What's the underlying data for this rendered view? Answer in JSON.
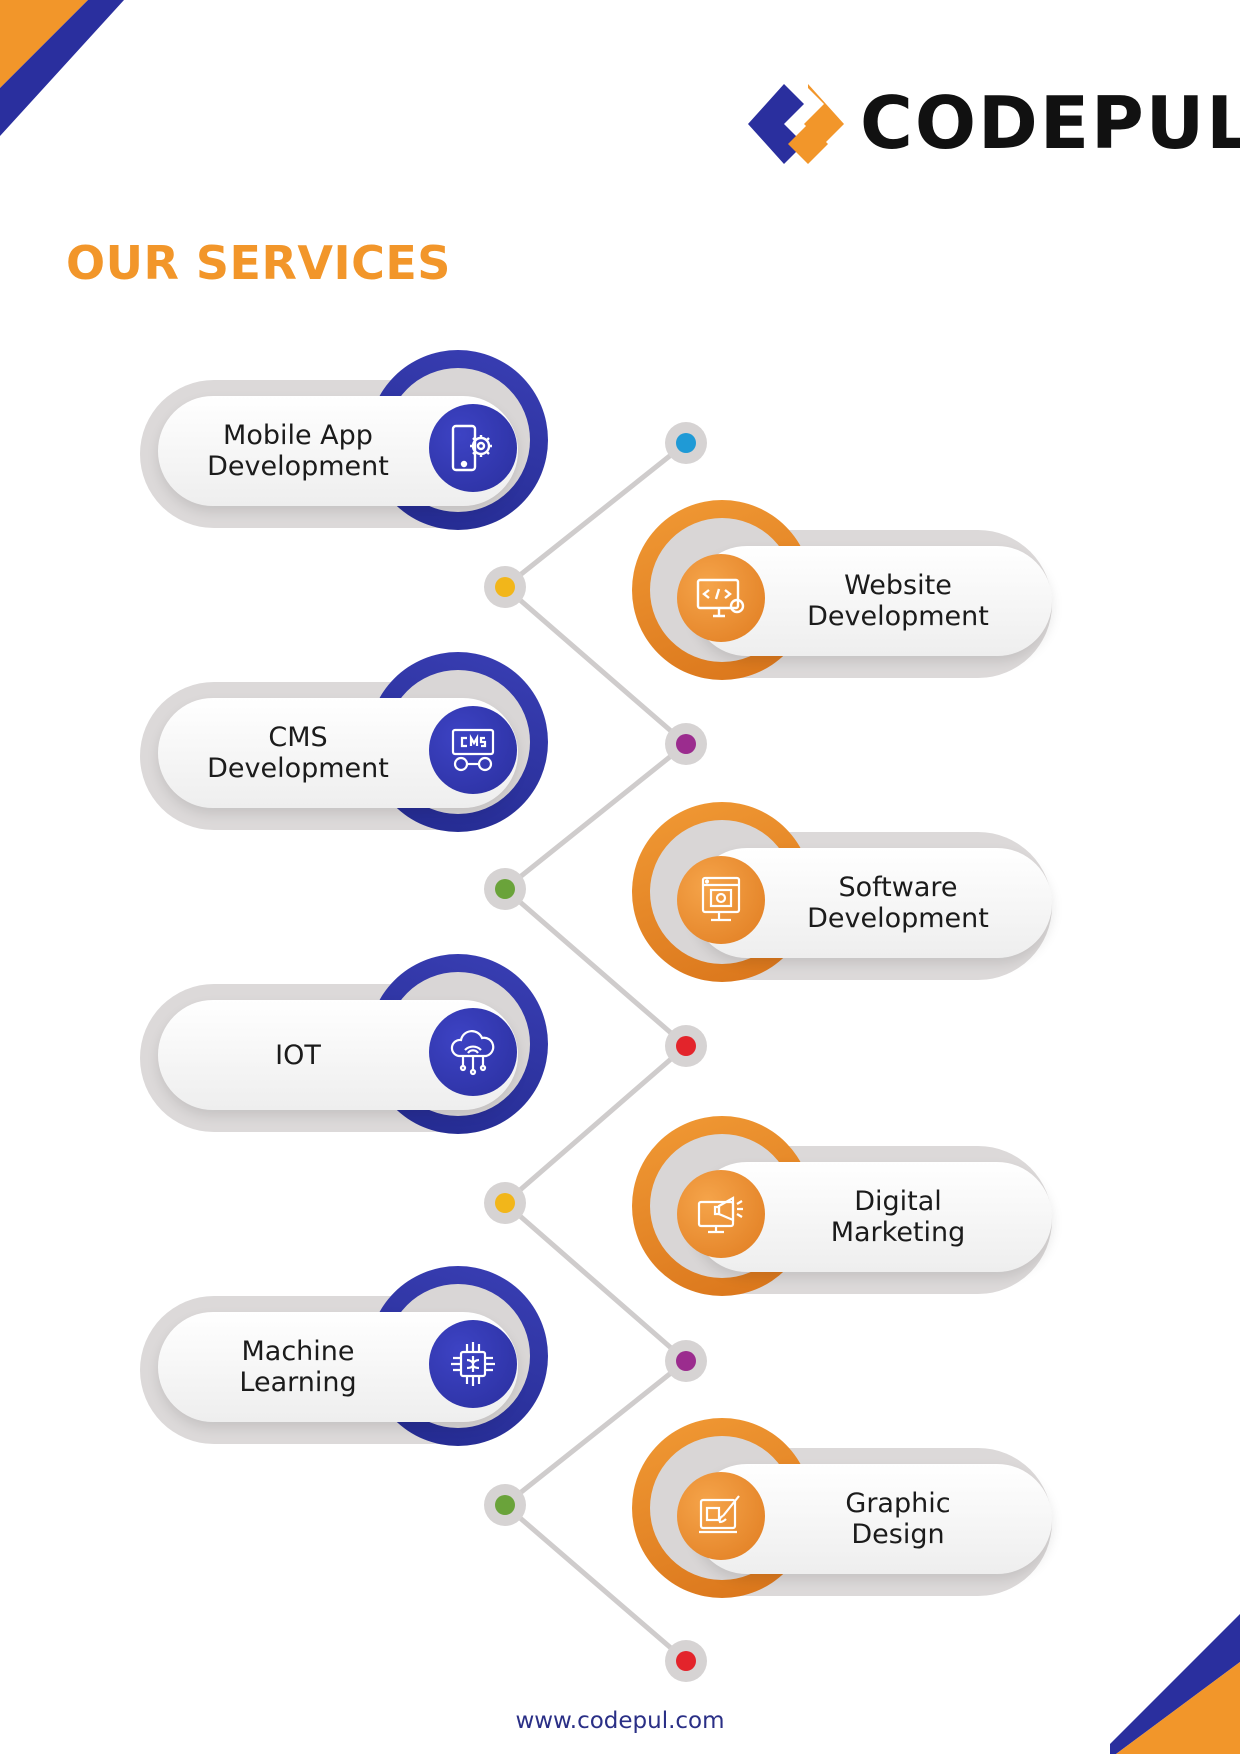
{
  "brand": {
    "name": "CODEPUL",
    "colors": {
      "orange": "#f2962a",
      "blue": "#2a2f9e",
      "dark": "#111111"
    }
  },
  "page": {
    "title": "OUR SERVICES"
  },
  "services": [
    {
      "label": "Mobile App\nDevelopment",
      "icon": "mobile-gear-icon"
    },
    {
      "label": "Website\nDevelopment",
      "icon": "monitor-code-icon"
    },
    {
      "label": "CMS\nDevelopment",
      "icon": "cms-icon"
    },
    {
      "label": "Software\nDevelopment",
      "icon": "software-window-icon"
    },
    {
      "label": "IOT",
      "icon": "cloud-network-icon"
    },
    {
      "label": "Digital\nMarketing",
      "icon": "megaphone-monitor-icon"
    },
    {
      "label": "Machine\nLearning",
      "icon": "chip-brain-icon"
    },
    {
      "label": "Graphic\nDesign",
      "icon": "design-brush-icon"
    }
  ],
  "timeline_dot_colors": [
    "#1f9ad6",
    "#f2b61a",
    "#9b2c8e",
    "#6aa33a",
    "#e3242b",
    "#f2b61a",
    "#9b2c8e",
    "#6aa33a",
    "#e3242b"
  ],
  "footer": {
    "url": "www.codepul.com"
  }
}
